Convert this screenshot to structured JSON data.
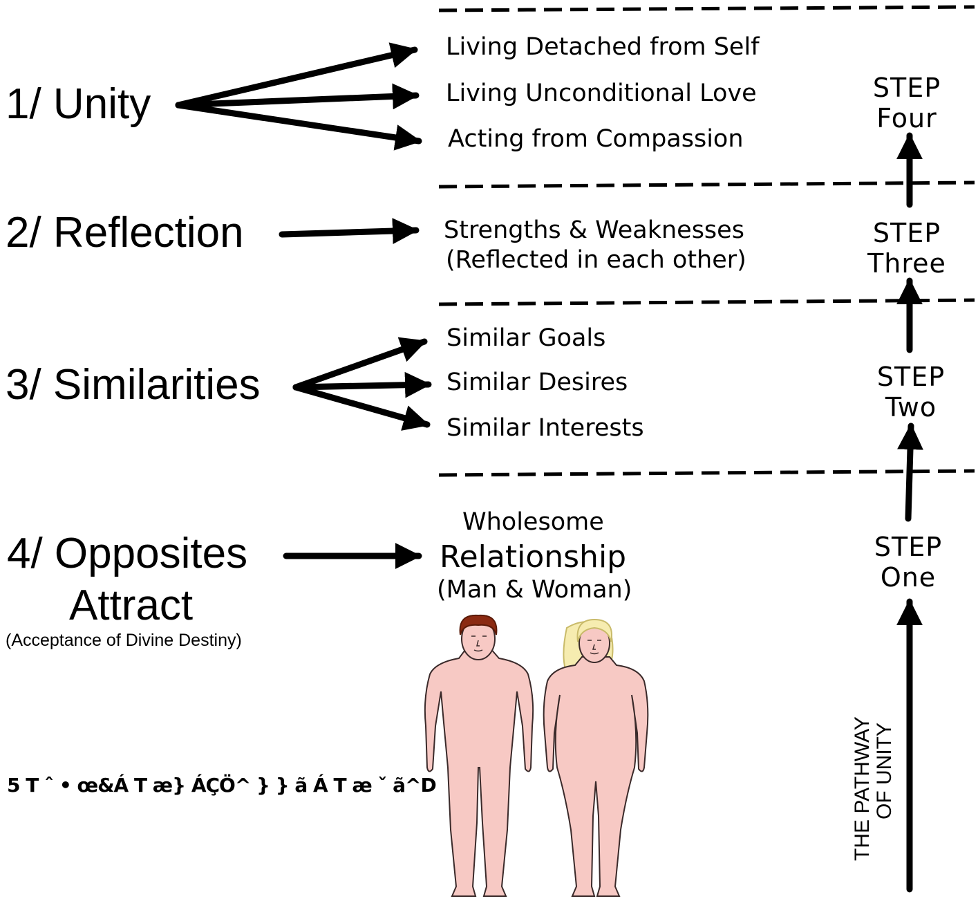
{
  "levels": {
    "unity": {
      "title": "1/ Unity",
      "items": [
        "Living Detached from Self",
        "Living Unconditional Love",
        "Acting from Compassion"
      ]
    },
    "reflection": {
      "title": "2/ Reflection",
      "items": [
        "Strengths & Weaknesses",
        "(Reflected in each other)"
      ]
    },
    "similarities": {
      "title": "3/ Similarities",
      "items": [
        "Similar Goals",
        "Similar Desires",
        "Similar Interests"
      ]
    },
    "opposites": {
      "title_line1": "4/ Opposites",
      "title_line2": "Attract",
      "subtitle": "(Acceptance of Divine Destiny)",
      "result_line1": "Wholesome",
      "result_line2": "Relationship",
      "result_line3": "(Man & Woman)"
    }
  },
  "steps": [
    {
      "word": "STEP",
      "num": "Four"
    },
    {
      "word": "STEP",
      "num": "Three"
    },
    {
      "word": "STEP",
      "num": "Two"
    },
    {
      "word": "STEP",
      "num": "One"
    }
  ],
  "pathway": {
    "line1": "THE PATHWAY",
    "line2": "OF UNITY"
  },
  "garbled_caption": "5 T ˆ • œ&Á T æ} ÁÇÖ^ } } ã Á T æ ˇ ã^D",
  "colors": {
    "skin": "#f7c9c4",
    "outline": "#3a2a2a",
    "man_hair": "#8b2a12",
    "woman_hair": "#f6ecb0"
  }
}
